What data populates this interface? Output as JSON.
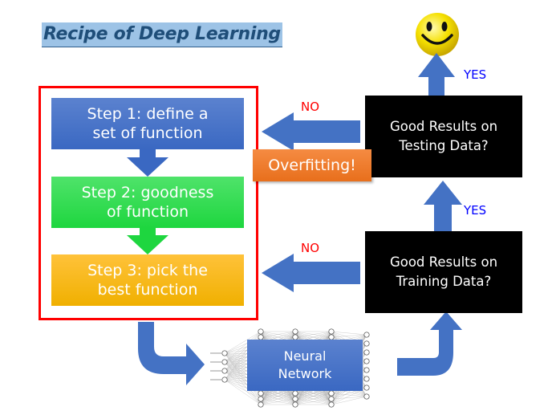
{
  "title": "Recipe of Deep Learning",
  "steps": [
    {
      "line1": "Step 1: define a",
      "line2": "set of function",
      "color": "#4472c4"
    },
    {
      "line1": "Step 2: goodness",
      "line2": "of function",
      "color": "#27d942"
    },
    {
      "line1": "Step 3: pick the",
      "line2": "best function",
      "color": "#ffc000"
    }
  ],
  "decisions": {
    "testing": {
      "line1": "Good Results on",
      "line2": "Testing Data?"
    },
    "training": {
      "line1": "Good Results on",
      "line2": "Training Data?"
    }
  },
  "labels": {
    "no_top": "NO",
    "no_bottom": "NO",
    "yes_top": "YES",
    "yes_middle": "YES",
    "overfitting": "Overfitting!"
  },
  "neural_network": {
    "line1": "Neural",
    "line2": "Network"
  },
  "icons": {
    "success": "smiley-face-icon"
  },
  "colors": {
    "frame": "#ff0000",
    "arrow": "#4472c4",
    "no_label": "#ff0000",
    "yes_label": "#0000ff",
    "overfitting": "#ed7d31",
    "decision_bg": "#000000"
  }
}
